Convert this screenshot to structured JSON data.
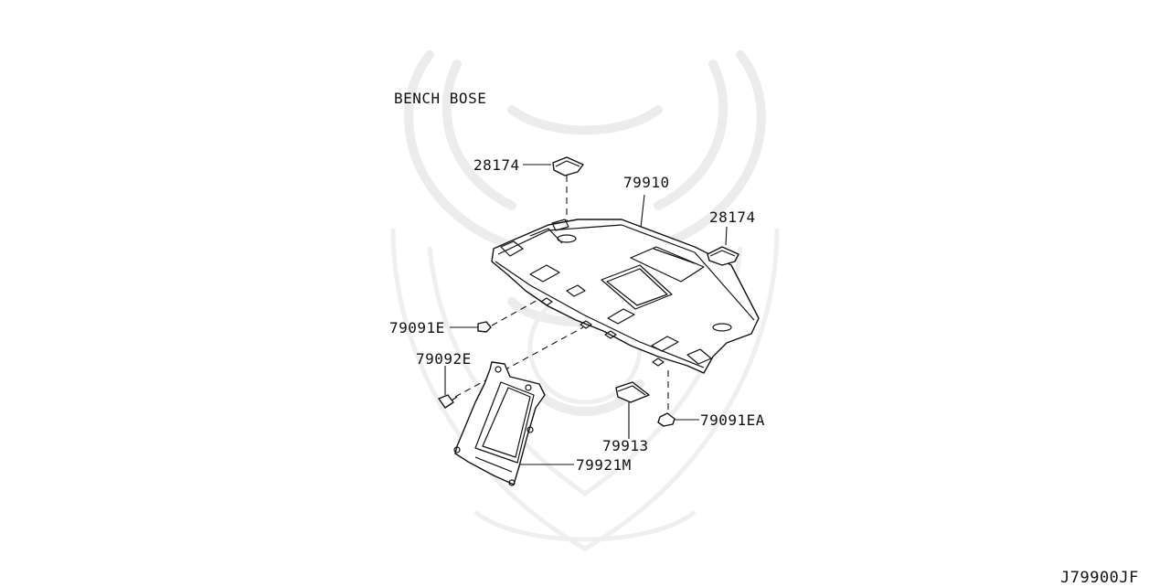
{
  "header": {
    "variant": "BENCH BOSE"
  },
  "callouts": {
    "clip_top": "28174",
    "board": "79910",
    "clip_right": "28174",
    "clip_left": "79091E",
    "fastener_left": "79092E",
    "pad": "79913",
    "clip_bottom": "79091EA",
    "bracket": "79921M"
  },
  "footer": {
    "diagram_code": "J79900JF"
  }
}
